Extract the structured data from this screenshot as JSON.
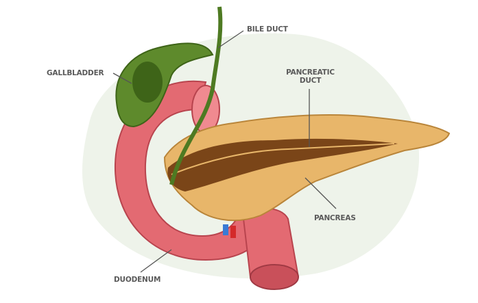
{
  "labels": {
    "bile_duct": "BILE DUCT",
    "gallbladder": "GALLBLADDER",
    "pancreatic_duct_1": "PANCREATIC",
    "pancreatic_duct_2": "DUCT",
    "pancreas": "PANCREAS",
    "duodenum": "DUODENUM"
  },
  "colors": {
    "duodenum": "#e36a72",
    "pancreas": "#e8b66a",
    "pancreatic_duct": "#7a4518",
    "gallbladder": "#5e8a2c",
    "background_blob": "#eef3ea",
    "label_text": "#5a5a5a"
  }
}
